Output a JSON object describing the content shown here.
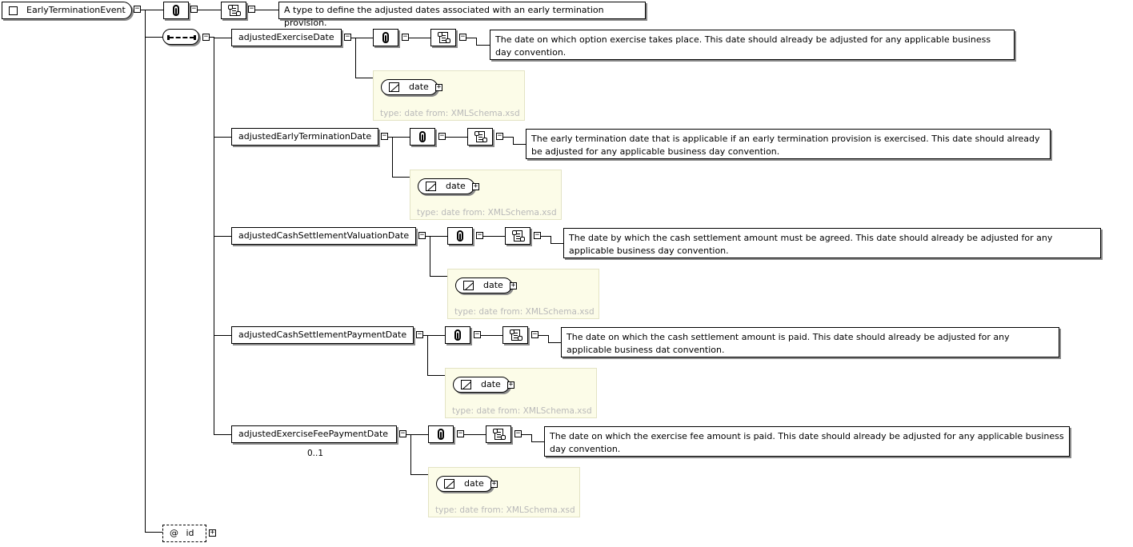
{
  "root": {
    "name": "EarlyTerminationEvent",
    "documentation": "A type to define the adjusted dates associated with an early termination provision."
  },
  "elements": [
    {
      "name": "adjustedExerciseDate",
      "documentation": "The date on which option exercise takes place. This date should already be adjusted for any applicable business day convention.",
      "type_name": "date",
      "type_source": "type: date from: XMLSchema.xsd",
      "occurrence": ""
    },
    {
      "name": "adjustedEarlyTerminationDate",
      "documentation": "The early termination date that is applicable if an early termination provision is exercised. This date should already be adjusted for any applicable business day convention.",
      "type_name": "date",
      "type_source": "type: date from: XMLSchema.xsd",
      "occurrence": ""
    },
    {
      "name": "adjustedCashSettlementValuationDate",
      "documentation": "The date by which the cash settlement amount must be agreed. This date should already be adjusted for any applicable business day convention.",
      "type_name": "date",
      "type_source": "type: date from: XMLSchema.xsd",
      "occurrence": ""
    },
    {
      "name": "adjustedCashSettlementPaymentDate",
      "documentation": "The date on which the cash settlement amount is paid. This date should already be adjusted for any applicable business dat convention.",
      "type_name": "date",
      "type_source": "type: date from: XMLSchema.xsd",
      "occurrence": ""
    },
    {
      "name": "adjustedExerciseFeePaymentDate",
      "documentation": "The date on which the exercise fee amount is paid. This date should already be adjusted for any applicable business day convention.",
      "type_name": "date",
      "type_source": "type: date from: XMLSchema.xsd",
      "occurrence": "0..1"
    }
  ],
  "attribute": {
    "symbol": "@",
    "name": "id"
  },
  "glyphs": {
    "collapse": "−",
    "expand": "+"
  }
}
